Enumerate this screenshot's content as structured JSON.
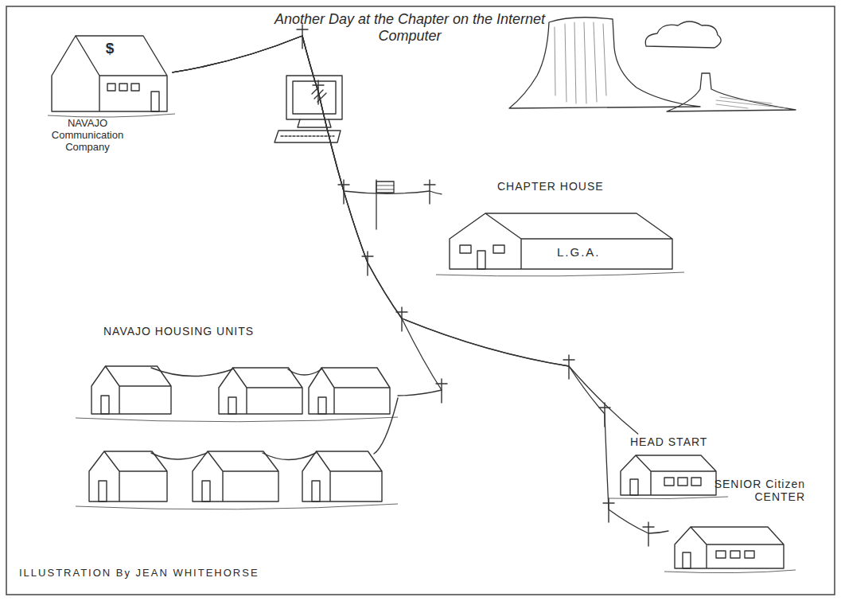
{
  "diagram": {
    "title": "Another Day at the Chapter on the Internet Computer",
    "caption": "ILLUSTRATION By JEAN WHITEHORSE",
    "nodes": [
      {
        "text": [
          "$",
          "NAVAJO Communication Company"
        ]
      },
      {
        "text": [
          "CHAPTER HOUSE",
          "L.G.A."
        ]
      },
      {
        "text": [
          "NAVAJO HOUSING UNITS"
        ]
      },
      {
        "text": [
          "HEAD START"
        ]
      },
      {
        "text": [
          "SENIOR Citizen CENTER"
        ]
      }
    ],
    "edges": [
      {
        "from": 0,
        "to": 1,
        "arrow": "none"
      },
      {
        "from": 0,
        "to": 2,
        "arrow": "none"
      },
      {
        "from": 0,
        "to": 3,
        "arrow": "none"
      },
      {
        "from": 0,
        "to": 4,
        "arrow": "none"
      }
    ]
  }
}
